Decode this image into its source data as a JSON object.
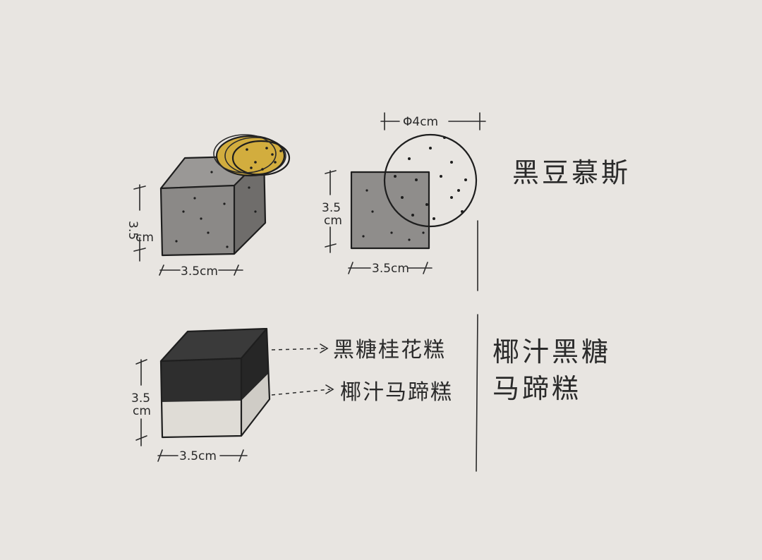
{
  "dimensions": {
    "side": "3.5cm",
    "height_value": "3.5",
    "height_unit": "cm",
    "diameter": "Φ4cm"
  },
  "titles": {
    "top": "黑豆慕斯",
    "bottom_line1": "椰汁黑糖",
    "bottom_line2": "马蹄糕"
  },
  "layers": {
    "upper": "黑糖桂花糕",
    "lower": "椰汁马蹄糕"
  },
  "colors": {
    "paper": "#e8e5e1",
    "mousse_gray": "#8a8886",
    "topping_yellow": "#d9b746",
    "black_sugar": "#2c2c2c",
    "coconut_white": "#dedbd5"
  }
}
